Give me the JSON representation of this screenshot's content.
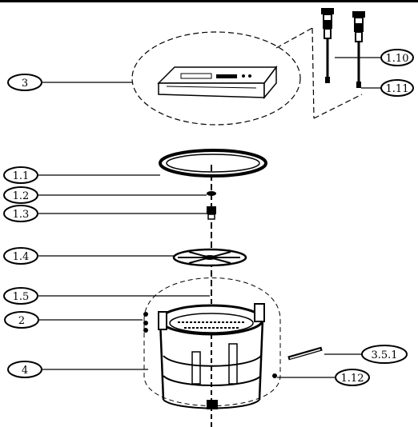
{
  "callouts": [
    {
      "id": "c3",
      "text": "3"
    },
    {
      "id": "c1-10",
      "text": "1.10"
    },
    {
      "id": "c1-11",
      "text": "1.11"
    },
    {
      "id": "c1-1",
      "text": "1.1"
    },
    {
      "id": "c1-2",
      "text": "1.2"
    },
    {
      "id": "c1-3",
      "text": "1.3"
    },
    {
      "id": "c1-4",
      "text": "1.4"
    },
    {
      "id": "c1-5",
      "text": "1.5"
    },
    {
      "id": "c2",
      "text": "2"
    },
    {
      "id": "c4",
      "text": "4"
    },
    {
      "id": "c3-5-1",
      "text": "3.5.1"
    },
    {
      "id": "c1-12",
      "text": "1.12"
    }
  ]
}
